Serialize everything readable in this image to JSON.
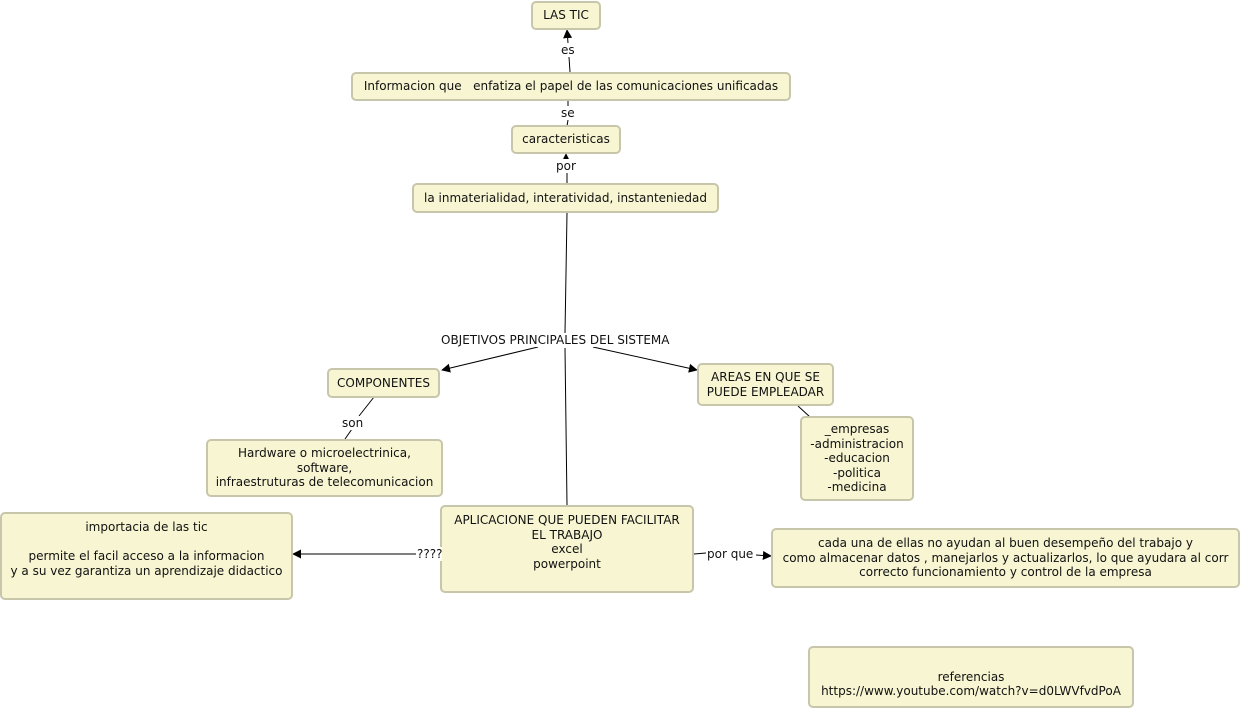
{
  "nodes": {
    "las_tic": "LAS TIC",
    "informacion": "Informacion que   enfatiza el papel de las comunicaciones unificadas",
    "caracteristicas": "caracteristicas",
    "inmaterialidad": "la inmaterialidad, interatividad, instanteniedad",
    "objetivos": "OBJETIVOS PRINCIPALES DEL SISTEMA",
    "componentes": "COMPONENTES",
    "hardware": "Hardware o microelectrinica,\nsoftware,\ninfraestruturas de telecomunicacion",
    "areas": "AREAS EN QUE SE\nPUEDE EMPLEADAR",
    "areas_list": "_empresas\n-administracion\n-educacion\n-politica\n-medicina",
    "aplicaciones": "APLICACIONE QUE PUEDEN FACILITAR\nEL TRABAJO\nexcel\npowerpoint",
    "importancia": "importacia de las tic\n\npermite el facil acceso a la informacion\ny a su vez garantiza un aprendizaje didactico",
    "cada_una": "cada una de ellas no ayudan al buen desempeño del trabajo y\ncomo almacenar datos , manejarlos y actualizarlos, lo que ayudara al corr\ncorrecto funcionamiento y control de la empresa",
    "referencias": "referencias\nhttps://www.youtube.com/watch?v=d0LWVfvdPoA"
  },
  "links": {
    "es": "es",
    "se": "se",
    "por": "por",
    "son": "son",
    "interrogacion": "????",
    "por_que": "por que"
  },
  "colors": {
    "node_fill": "#f8f6d2",
    "node_border": "#c8c6aa",
    "line": "#000000"
  }
}
